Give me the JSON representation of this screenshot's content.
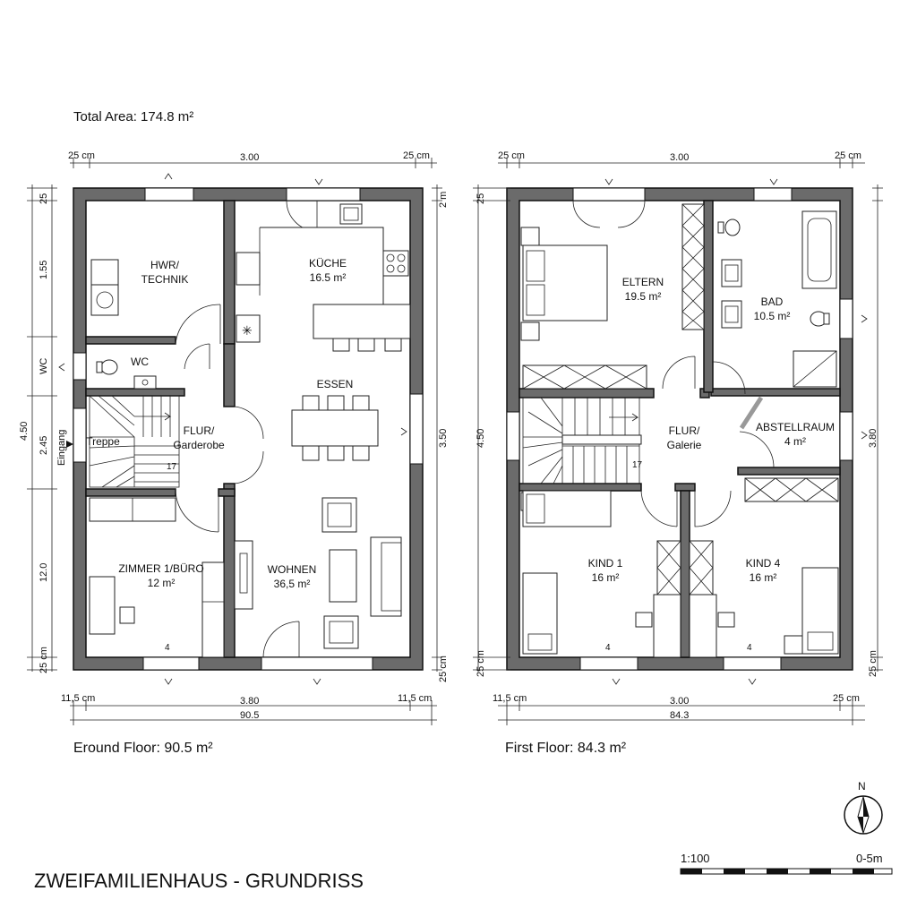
{
  "header": {
    "total_area": "Total Area: 174.8 m²"
  },
  "ground_floor": {
    "caption": "Eround Floor: 90.5 m²",
    "rooms": {
      "hwr": [
        "HWR/",
        "TECHNIK"
      ],
      "wc": "WC",
      "kueche": [
        "KÜCHE",
        "16.5 m²"
      ],
      "essen": "ESSEN",
      "flur": [
        "FLUR/",
        "Garderobe"
      ],
      "treppe": "Treppe",
      "stairs_count": "17",
      "zimmer": [
        "ZIMMER 1/BÜRO",
        "12 m²"
      ],
      "wohnen": [
        "WOHNEN",
        "36,5 m²"
      ]
    },
    "dims": {
      "top_left": "25 cm",
      "top_mid": "3.00",
      "top_right": "25 cm",
      "bottom_left": "11,5 cm",
      "bottom_mid": "3.80",
      "bottom_right": "11,5 cm",
      "bottom_total": "90.5",
      "left_total": "4.50",
      "left_seg1": "25",
      "left_seg2": "1.55",
      "left_wc": "WC",
      "left_seg3": "2.45",
      "left_seg4": "12.0",
      "left_bottom": "25 cm",
      "right_top": "2 m",
      "right_mid": "3.50",
      "right_bottom": "25 cm",
      "entrance": "Eingang"
    }
  },
  "first_floor": {
    "caption": "First Floor: 84.3 m²",
    "rooms": {
      "eltern": [
        "ELTERN",
        "19.5 m²"
      ],
      "bad": [
        "BAD",
        "10.5 m²"
      ],
      "flur": [
        "FLUR/",
        "Galerie"
      ],
      "abstell": [
        "ABSTELLRAUM",
        "4 m²"
      ],
      "stairs_count": "17",
      "kind1": [
        "KIND 1",
        "16 m²"
      ],
      "kind4": [
        "KIND 4",
        "16 m²"
      ]
    },
    "dims": {
      "top_left": "25 cm",
      "top_mid": "3.00",
      "top_right": "25 cm",
      "bottom_left": "11,5 cm",
      "bottom_mid": "3.00",
      "bottom_right": "25 cm",
      "bottom_total": "84.3",
      "left_total": "4.50",
      "left_top": "25",
      "left_bottom": "25 cm",
      "right_mid": "3.80",
      "right_bottom": "25 cm"
    }
  },
  "footer": {
    "title": "ZWEIFAMILIENHAUS - GRUNDRISS",
    "scale": "1:100",
    "scale_range": "0-5m",
    "north": "N"
  }
}
